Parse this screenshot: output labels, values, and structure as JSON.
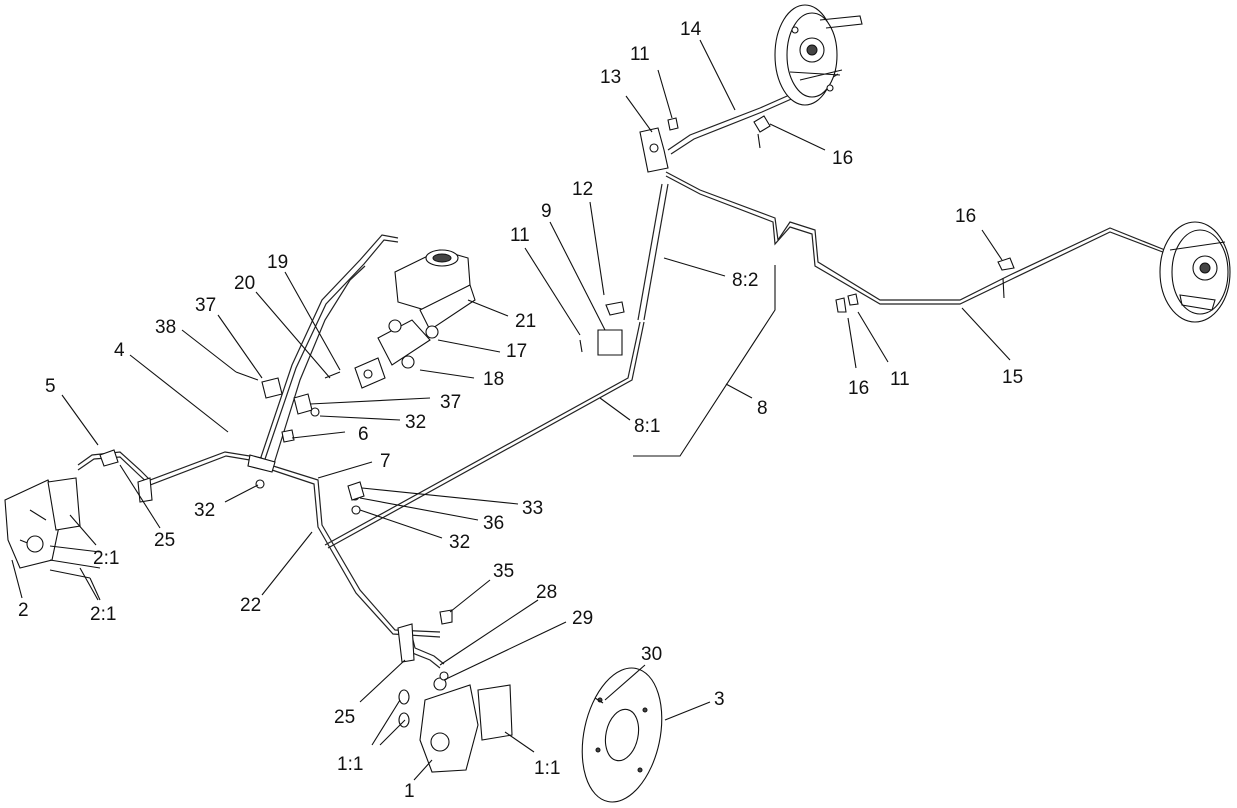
{
  "diagram": {
    "background": "#ffffff",
    "line_color": "#111111",
    "callouts": [
      {
        "id": "c14",
        "text": "14"
      },
      {
        "id": "c11a",
        "text": "11"
      },
      {
        "id": "c13",
        "text": "13"
      },
      {
        "id": "c16a",
        "text": "16"
      },
      {
        "id": "c16b",
        "text": "16"
      },
      {
        "id": "c12",
        "text": "12"
      },
      {
        "id": "c9",
        "text": "9"
      },
      {
        "id": "c11b",
        "text": "11"
      },
      {
        "id": "c82",
        "text": "8:2"
      },
      {
        "id": "c19",
        "text": "19"
      },
      {
        "id": "c20",
        "text": "20"
      },
      {
        "id": "c21",
        "text": "21"
      },
      {
        "id": "c37a",
        "text": "37"
      },
      {
        "id": "c38",
        "text": "38"
      },
      {
        "id": "c17",
        "text": "17"
      },
      {
        "id": "c4",
        "text": "4"
      },
      {
        "id": "c18",
        "text": "18"
      },
      {
        "id": "c16c",
        "text": "16"
      },
      {
        "id": "c11c",
        "text": "11"
      },
      {
        "id": "c15",
        "text": "15"
      },
      {
        "id": "c5",
        "text": "5"
      },
      {
        "id": "c37b",
        "text": "37"
      },
      {
        "id": "c32a",
        "text": "32"
      },
      {
        "id": "c8",
        "text": "8"
      },
      {
        "id": "c81",
        "text": "8:1"
      },
      {
        "id": "c6",
        "text": "6"
      },
      {
        "id": "c7",
        "text": "7"
      },
      {
        "id": "c32b",
        "text": "32"
      },
      {
        "id": "c33",
        "text": "33"
      },
      {
        "id": "c25a",
        "text": "25"
      },
      {
        "id": "c36",
        "text": "36"
      },
      {
        "id": "c32c",
        "text": "32"
      },
      {
        "id": "c21a",
        "text": "2:1"
      },
      {
        "id": "c35",
        "text": "35"
      },
      {
        "id": "c28",
        "text": "28"
      },
      {
        "id": "c2",
        "text": "2"
      },
      {
        "id": "c22",
        "text": "22"
      },
      {
        "id": "c21b",
        "text": "2:1"
      },
      {
        "id": "c29",
        "text": "29"
      },
      {
        "id": "c30",
        "text": "30"
      },
      {
        "id": "c3",
        "text": "3"
      },
      {
        "id": "c25b",
        "text": "25"
      },
      {
        "id": "c11d",
        "text": "1:1"
      },
      {
        "id": "c11e",
        "text": "1:1"
      },
      {
        "id": "c1",
        "text": "1"
      }
    ]
  }
}
